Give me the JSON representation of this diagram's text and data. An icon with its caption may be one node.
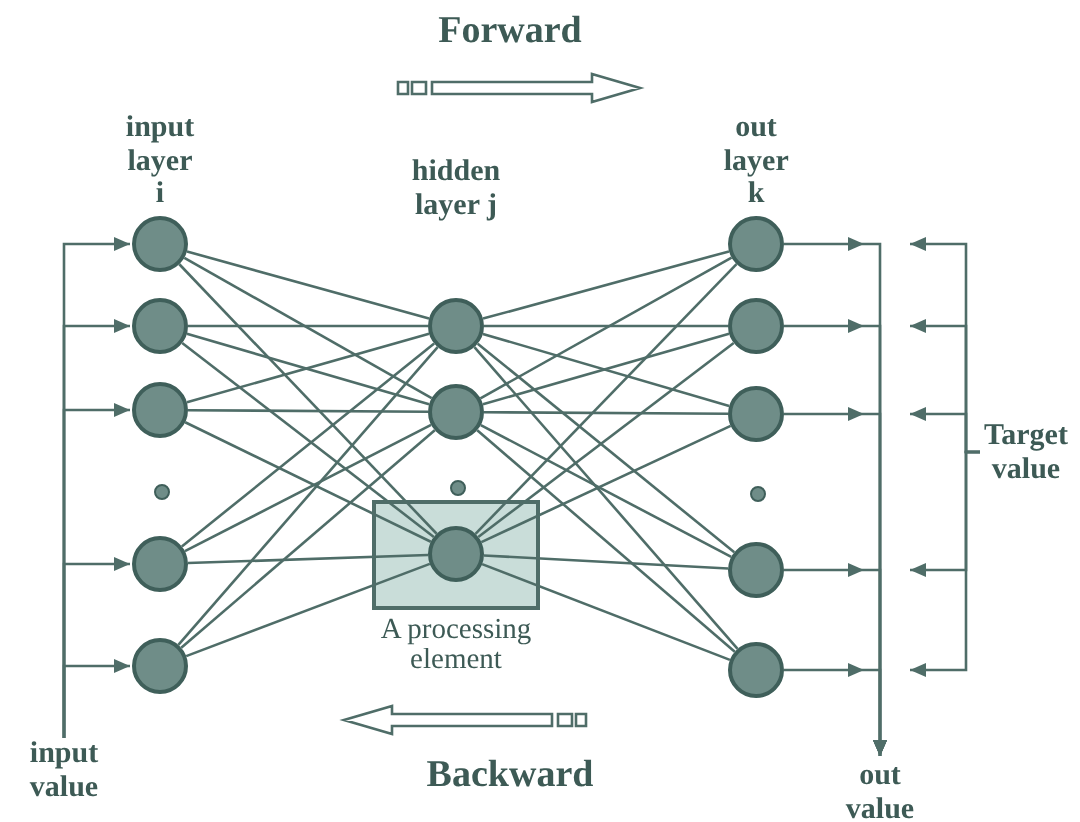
{
  "diagram": {
    "nodes": [
      {
        "text": [
          "input value"
        ]
      },
      {
        "text": [],
        "shape": "circle"
      },
      {
        "text": [],
        "shape": "circle"
      },
      {
        "text": [],
        "shape": "circle"
      },
      {
        "text": [],
        "shape": "circle"
      },
      {
        "text": [],
        "shape": "circle"
      },
      {
        "text": [],
        "shape": "circle"
      },
      {
        "text": [],
        "shape": "circle"
      },
      {
        "text": [
          "A processing element"
        ]
      },
      {
        "text": [],
        "shape": "circle",
        "in": 8
      },
      {
        "text": [],
        "shape": "circle"
      },
      {
        "text": [],
        "shape": "circle"
      },
      {
        "text": [],
        "shape": "circle"
      },
      {
        "text": [],
        "shape": "circle"
      },
      {
        "text": [],
        "shape": "circle"
      },
      {
        "text": [
          "out value"
        ]
      },
      {
        "text": [
          "Target value"
        ]
      }
    ],
    "edges": [
      {
        "from": 0,
        "to": 1,
        "arrow": "to"
      },
      {
        "from": 0,
        "to": 2,
        "arrow": "to"
      },
      {
        "from": 0,
        "to": 3,
        "arrow": "to"
      },
      {
        "from": 0,
        "to": 4,
        "arrow": "to"
      },
      {
        "from": 0,
        "to": 5,
        "arrow": "to"
      },
      {
        "from": 1,
        "to": 6,
        "arrow": "none"
      },
      {
        "from": 1,
        "to": 7,
        "arrow": "none"
      },
      {
        "from": 1,
        "to": 9,
        "arrow": "none"
      },
      {
        "from": 2,
        "to": 6,
        "arrow": "none"
      },
      {
        "from": 2,
        "to": 7,
        "arrow": "none"
      },
      {
        "from": 2,
        "to": 9,
        "arrow": "none"
      },
      {
        "from": 3,
        "to": 6,
        "arrow": "none"
      },
      {
        "from": 3,
        "to": 7,
        "arrow": "none"
      },
      {
        "from": 3,
        "to": 9,
        "arrow": "none"
      },
      {
        "from": 4,
        "to": 6,
        "arrow": "none"
      },
      {
        "from": 4,
        "to": 7,
        "arrow": "none"
      },
      {
        "from": 4,
        "to": 9,
        "arrow": "none"
      },
      {
        "from": 5,
        "to": 6,
        "arrow": "none"
      },
      {
        "from": 5,
        "to": 7,
        "arrow": "none"
      },
      {
        "from": 5,
        "to": 9,
        "arrow": "none"
      },
      {
        "from": 6,
        "to": 10,
        "arrow": "none"
      },
      {
        "from": 6,
        "to": 11,
        "arrow": "none"
      },
      {
        "from": 6,
        "to": 12,
        "arrow": "none"
      },
      {
        "from": 6,
        "to": 13,
        "arrow": "none"
      },
      {
        "from": 6,
        "to": 14,
        "arrow": "none"
      },
      {
        "from": 7,
        "to": 10,
        "arrow": "none"
      },
      {
        "from": 7,
        "to": 11,
        "arrow": "none"
      },
      {
        "from": 7,
        "to": 12,
        "arrow": "none"
      },
      {
        "from": 7,
        "to": 13,
        "arrow": "none"
      },
      {
        "from": 7,
        "to": 14,
        "arrow": "none"
      },
      {
        "from": 9,
        "to": 10,
        "arrow": "none"
      },
      {
        "from": 9,
        "to": 11,
        "arrow": "none"
      },
      {
        "from": 9,
        "to": 12,
        "arrow": "none"
      },
      {
        "from": 9,
        "to": 13,
        "arrow": "none"
      },
      {
        "from": 9,
        "to": 14,
        "arrow": "none"
      },
      {
        "from": 10,
        "to": 15,
        "arrow": "to"
      },
      {
        "from": 11,
        "to": 15,
        "arrow": "to"
      },
      {
        "from": 12,
        "to": 15,
        "arrow": "to"
      },
      {
        "from": 13,
        "to": 15,
        "arrow": "to"
      },
      {
        "from": 14,
        "to": 15,
        "arrow": "to"
      },
      {
        "from": 16,
        "to": null,
        "arrow": "to"
      },
      {
        "from": 16,
        "to": null,
        "arrow": "to"
      },
      {
        "from": 16,
        "to": null,
        "arrow": "to"
      },
      {
        "from": 16,
        "to": null,
        "arrow": "to"
      },
      {
        "from": 16,
        "to": null,
        "arrow": "to"
      }
    ],
    "labels": [
      "Forward",
      "input layer i",
      "hidden layer j",
      "out layer k",
      "Backward"
    ]
  }
}
